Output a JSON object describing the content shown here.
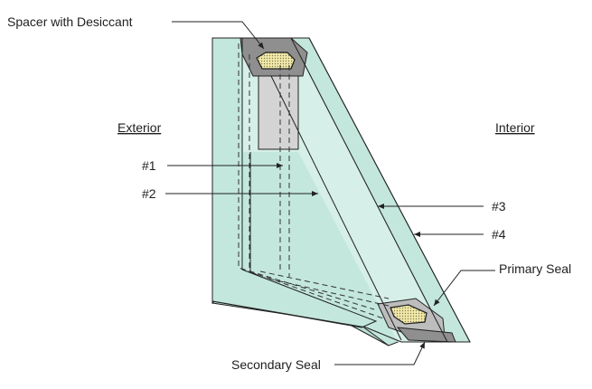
{
  "labels": {
    "spacer": "Spacer with Desiccant",
    "exterior": "Exterior",
    "interior": "Interior",
    "surface1": "#1",
    "surface2": "#2",
    "surface3": "#3",
    "surface4": "#4",
    "primary_seal": "Primary Seal",
    "secondary_seal": "Secondary Seal"
  },
  "colors": {
    "glass": "#c3e7dd",
    "glass_edge": "#9fd0c2",
    "air_space": "#d9d9d9",
    "seal": "#8a8a8a",
    "desiccant": "#f3e9a8",
    "line": "#222222"
  }
}
